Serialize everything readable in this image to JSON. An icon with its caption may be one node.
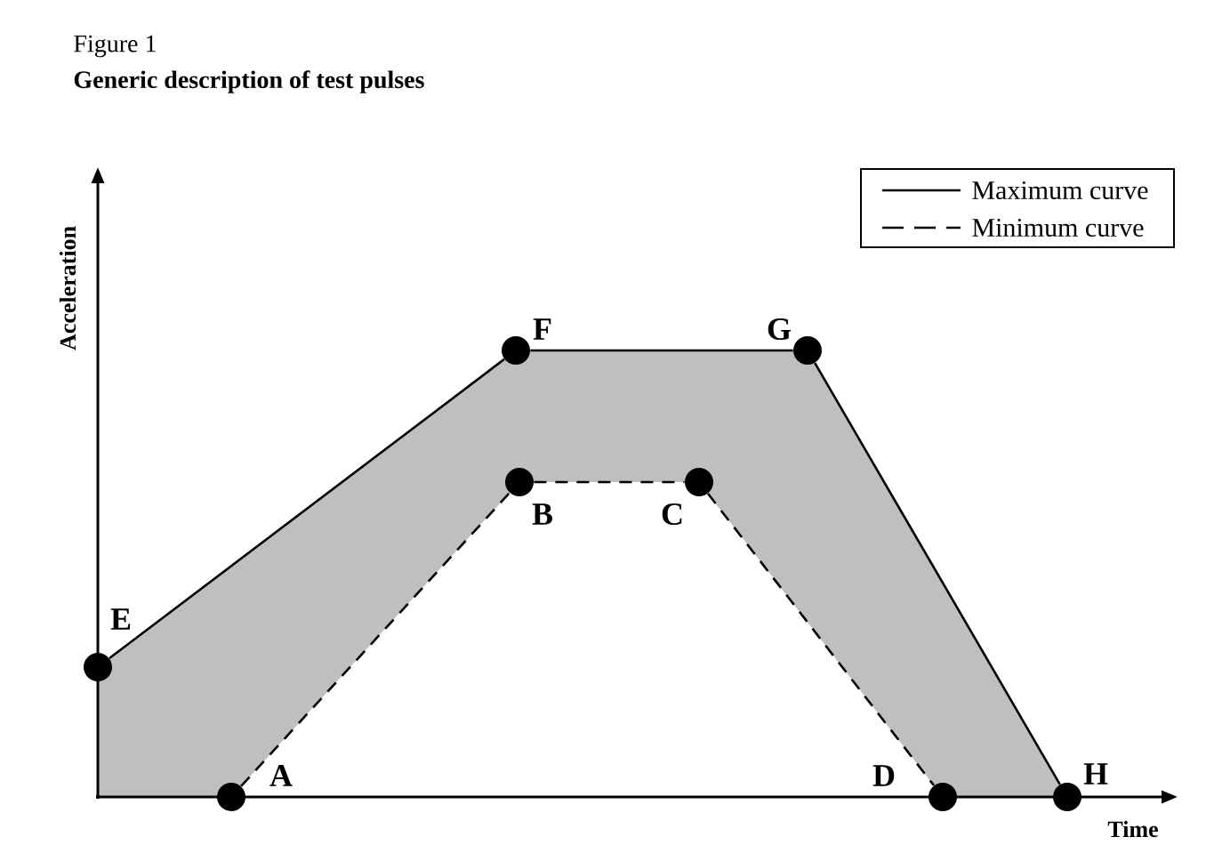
{
  "diagram": {
    "title": "Figure 1",
    "caption": "Generic description of test pulses",
    "nodes": [
      {
        "text": [
          "E"
        ]
      },
      {
        "text": [
          "F"
        ]
      },
      {
        "text": [
          "G"
        ]
      },
      {
        "text": [
          "H"
        ]
      },
      {
        "text": [
          "A"
        ]
      },
      {
        "text": [
          "B"
        ]
      },
      {
        "text": [
          "C"
        ]
      },
      {
        "text": [
          "D"
        ]
      }
    ],
    "edges": [
      {
        "from": 0,
        "to": 1,
        "arrow": "none"
      },
      {
        "from": 1,
        "to": 2,
        "arrow": "none"
      },
      {
        "from": 2,
        "to": 3,
        "arrow": "none"
      },
      {
        "from": 4,
        "to": 5,
        "arrow": "none",
        "style": "dashed"
      },
      {
        "from": 5,
        "to": 6,
        "arrow": "none",
        "style": "dashed"
      },
      {
        "from": 6,
        "to": 7,
        "arrow": "none",
        "style": "dashed"
      }
    ],
    "labels": [
      "Acceleration",
      "Time"
    ],
    "legend": [
      {
        "text": "Maximum curve"
      },
      {
        "text": "Minimum curve"
      }
    ]
  }
}
